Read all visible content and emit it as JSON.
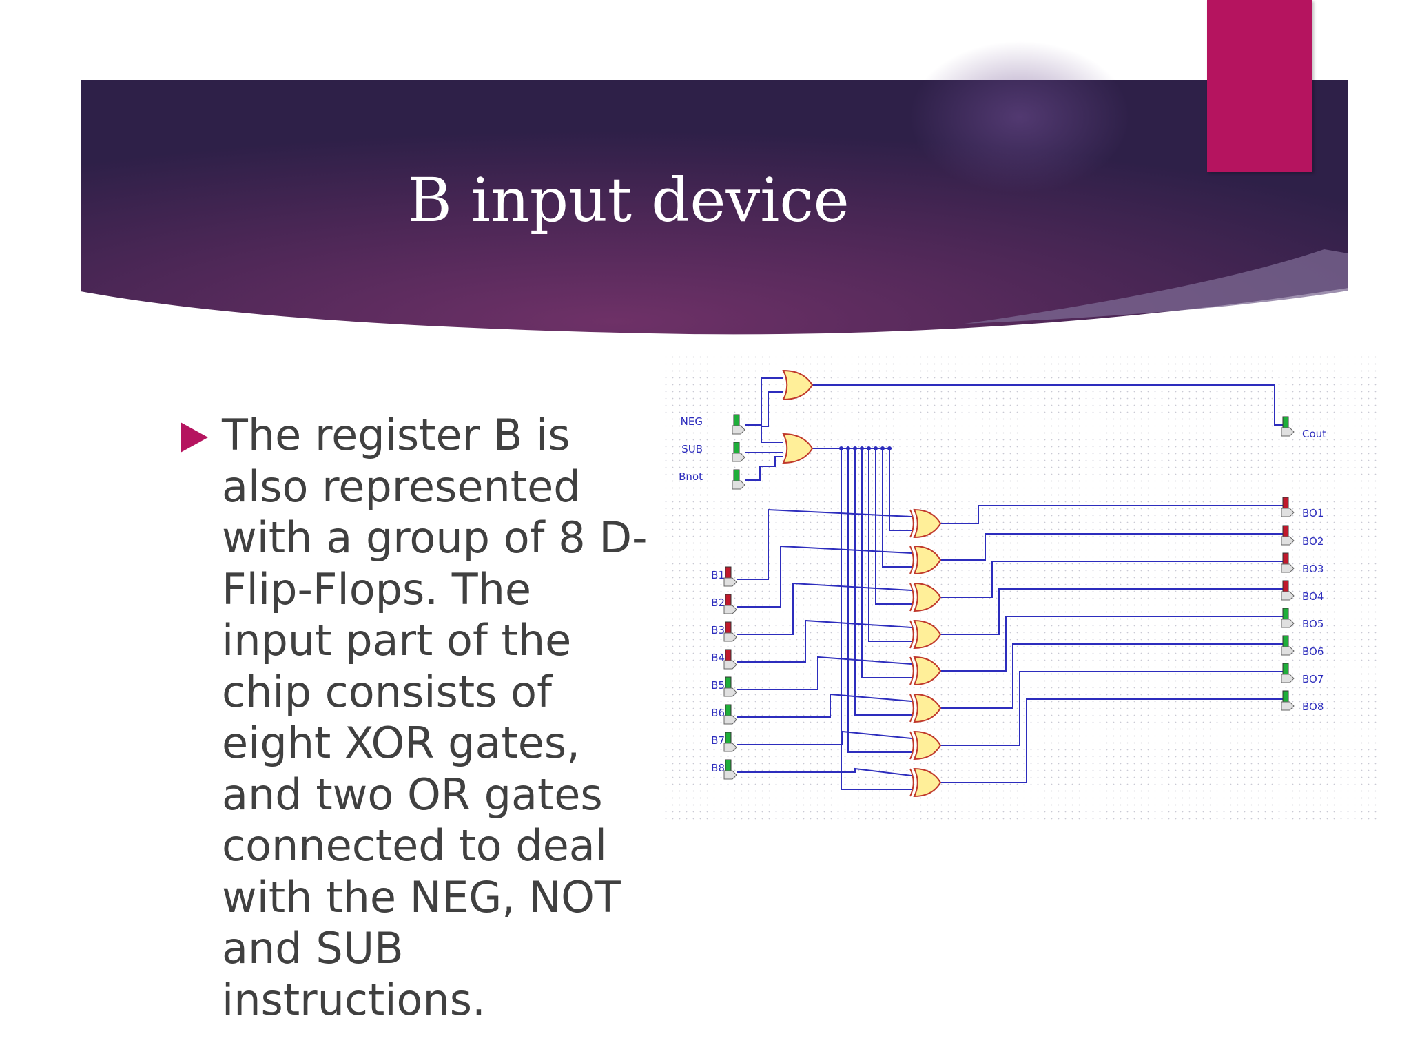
{
  "slide": {
    "title": "B input device",
    "bullet_text": "The register B is\nalso represented\nwith a group of 8 D-\nFlip-Flops. The\ninput part of the\nchip consists of\neight XOR gates,\nand two OR gates\nconnected to deal\nwith the NEG, NOT\nand SUB\ninstructions."
  },
  "colors": {
    "banner_dark": "#2e2048",
    "banner_mid": "#5a2b60",
    "accent": "#b5145f",
    "wire": "#2d2dbd",
    "gate_fill": "#ffef99",
    "gate_stroke": "#c0392b",
    "led_on": "#1fae3a",
    "led_off": "#c0192c"
  },
  "circuit": {
    "control_inputs": [
      {
        "label": "NEG",
        "state": "on"
      },
      {
        "label": "SUB",
        "state": "on"
      },
      {
        "label": "Bnot",
        "state": "on"
      }
    ],
    "b_inputs": [
      {
        "label": "B1",
        "state": "off"
      },
      {
        "label": "B2",
        "state": "off"
      },
      {
        "label": "B3",
        "state": "off"
      },
      {
        "label": "B4",
        "state": "off"
      },
      {
        "label": "B5",
        "state": "on"
      },
      {
        "label": "B6",
        "state": "on"
      },
      {
        "label": "B7",
        "state": "on"
      },
      {
        "label": "B8",
        "state": "on"
      }
    ],
    "carry_output": {
      "label": "Cout",
      "state": "on"
    },
    "b_outputs": [
      {
        "label": "BO1",
        "state": "off"
      },
      {
        "label": "BO2",
        "state": "off"
      },
      {
        "label": "BO3",
        "state": "off"
      },
      {
        "label": "BO4",
        "state": "off"
      },
      {
        "label": "BO5",
        "state": "on"
      },
      {
        "label": "BO6",
        "state": "on"
      },
      {
        "label": "BO7",
        "state": "on"
      },
      {
        "label": "BO8",
        "state": "on"
      }
    ]
  }
}
